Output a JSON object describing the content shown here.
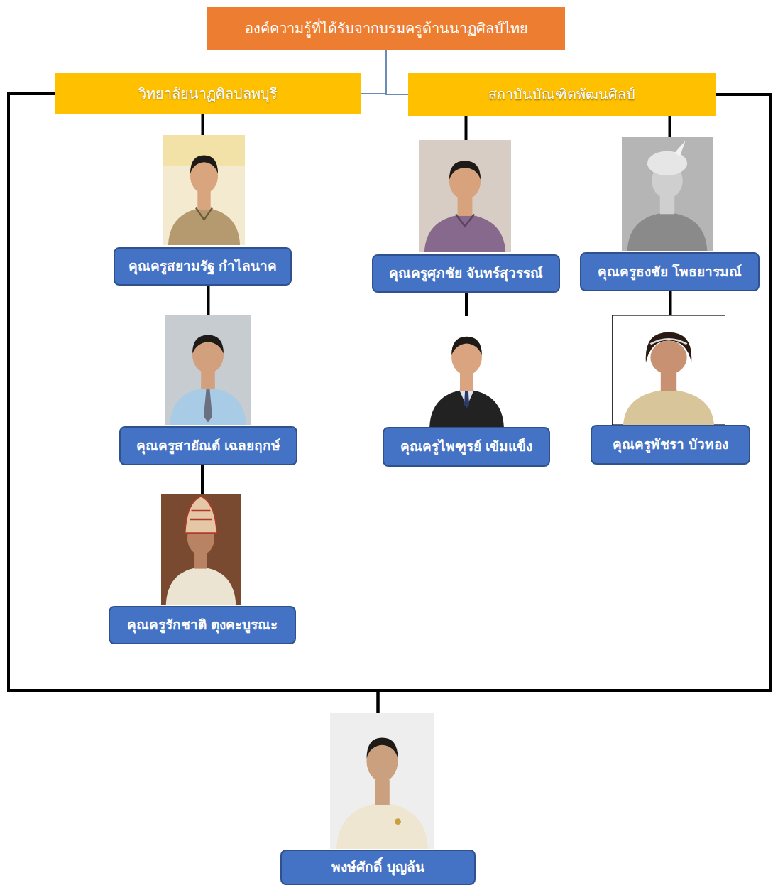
{
  "diagram": {
    "nodes": [
      {
        "text": [
          "องค์ความรู้ที่ได้รับจากบรมครูด้านนาฏศิลป์ไทย"
        ]
      },
      {
        "text": [
          "วิทยาลัยนาฏศิลปลพบุรี"
        ]
      },
      {
        "text": [
          "สถาบันบัณฑิตพัฒนศิลป์"
        ]
      },
      {
        "text": [
          "คุณครูสยามรัฐ กำไลนาค"
        ]
      },
      {
        "text": [
          "คุณครูศุภชัย จันทร์สุวรรณ์"
        ]
      },
      {
        "text": [
          "คุณครูธงชัย โพธยารมณ์"
        ]
      },
      {
        "text": [
          "คุณครูสายัณต์ เฉลยฤกษ์"
        ]
      },
      {
        "text": [
          "คุณครูไพฑูรย์ เข้มแข็ง"
        ]
      },
      {
        "text": [
          "คุณครูพัชรา บัวทอง"
        ]
      },
      {
        "text": [
          "คุณครูรักชาติ ตุงคะบูรณะ"
        ]
      },
      {
        "text": [
          "พงษ์ศักดิ์ บุญล้น"
        ]
      }
    ],
    "edges": [
      {
        "from": 0,
        "to": 1,
        "arrow": "none"
      },
      {
        "from": 0,
        "to": 2,
        "arrow": "none"
      },
      {
        "from": 1,
        "to": 3,
        "arrow": "none"
      },
      {
        "from": 3,
        "to": 6,
        "arrow": "none"
      },
      {
        "from": 6,
        "to": 9,
        "arrow": "none"
      },
      {
        "from": 2,
        "to": 4,
        "arrow": "none"
      },
      {
        "from": 4,
        "to": 7,
        "arrow": "none"
      },
      {
        "from": 2,
        "to": 5,
        "arrow": "none"
      },
      {
        "from": 5,
        "to": 8,
        "arrow": "none"
      },
      {
        "from": 1,
        "to": 10,
        "arrow": "none"
      },
      {
        "from": 2,
        "to": 10,
        "arrow": "none"
      }
    ]
  }
}
